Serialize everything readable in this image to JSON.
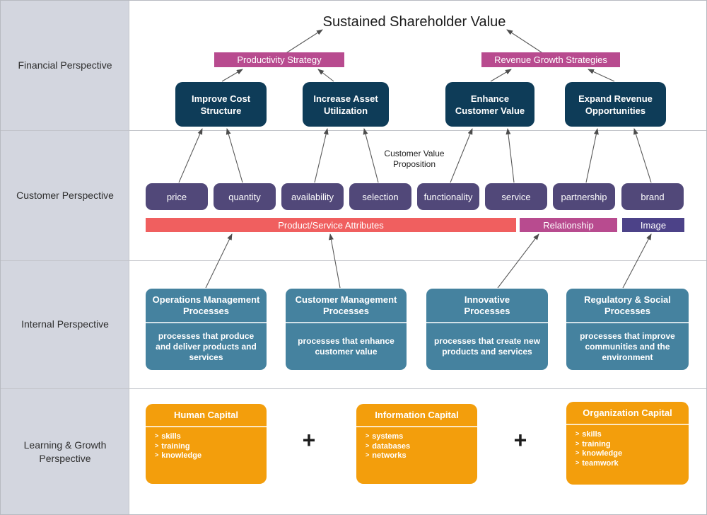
{
  "palette": {
    "sidebar_bg": "#d3d6df",
    "dark_objective": "#0e3c58",
    "magenta_bar": "#b84b8f",
    "attribute_purple": "#514879",
    "red_bar": "#f05f5f",
    "image_purple": "#4c4288",
    "process_teal": "#45829f",
    "capital_orange": "#f39e0c",
    "arrow_gray": "#4d4d4d"
  },
  "sidebar": {
    "rows": [
      "Financial Perspective",
      "Customer Perspective",
      "Internal Perspective",
      "Learning & Growth Perspective"
    ]
  },
  "title": "Sustained Shareholder Value",
  "financial": {
    "productivity_strategy": "Productivity Strategy",
    "revenue_growth_strategies": "Revenue Growth Strategies",
    "objectives": [
      "Improve Cost\nStructure",
      "Increase Asset\nUtilization",
      "Enhance\nCustomer Value",
      "Expand Revenue\nOpportunities"
    ]
  },
  "customer": {
    "value_proposition_note": "Customer Value\nProposition",
    "attributes": [
      "price",
      "quantity",
      "availability",
      "selection",
      "functionality",
      "service",
      "partnership",
      "brand"
    ],
    "groups": [
      "Product/Service Attributes",
      "Relationship",
      "Image"
    ]
  },
  "internal": {
    "processes": [
      {
        "title": "Operations Management\nProcesses",
        "desc": "processes that produce and deliver products and services"
      },
      {
        "title": "Customer Management\nProcesses",
        "desc": "processes that enhance customer value"
      },
      {
        "title": "Innovative\nProcesses",
        "desc": "processes that create new products and services"
      },
      {
        "title": "Regulatory & Social\nProcesses",
        "desc": "processes that improve communities and the environment"
      }
    ]
  },
  "learning": {
    "plus": "+",
    "bullet": ">",
    "capitals": [
      {
        "title": "Human Capital",
        "items": [
          "skills",
          "training",
          "knowledge"
        ]
      },
      {
        "title": "Information Capital",
        "items": [
          "systems",
          "databases",
          "networks"
        ]
      },
      {
        "title": "Organization Capital",
        "items": [
          "skills",
          "training",
          "knowledge",
          "teamwork"
        ]
      }
    ]
  }
}
